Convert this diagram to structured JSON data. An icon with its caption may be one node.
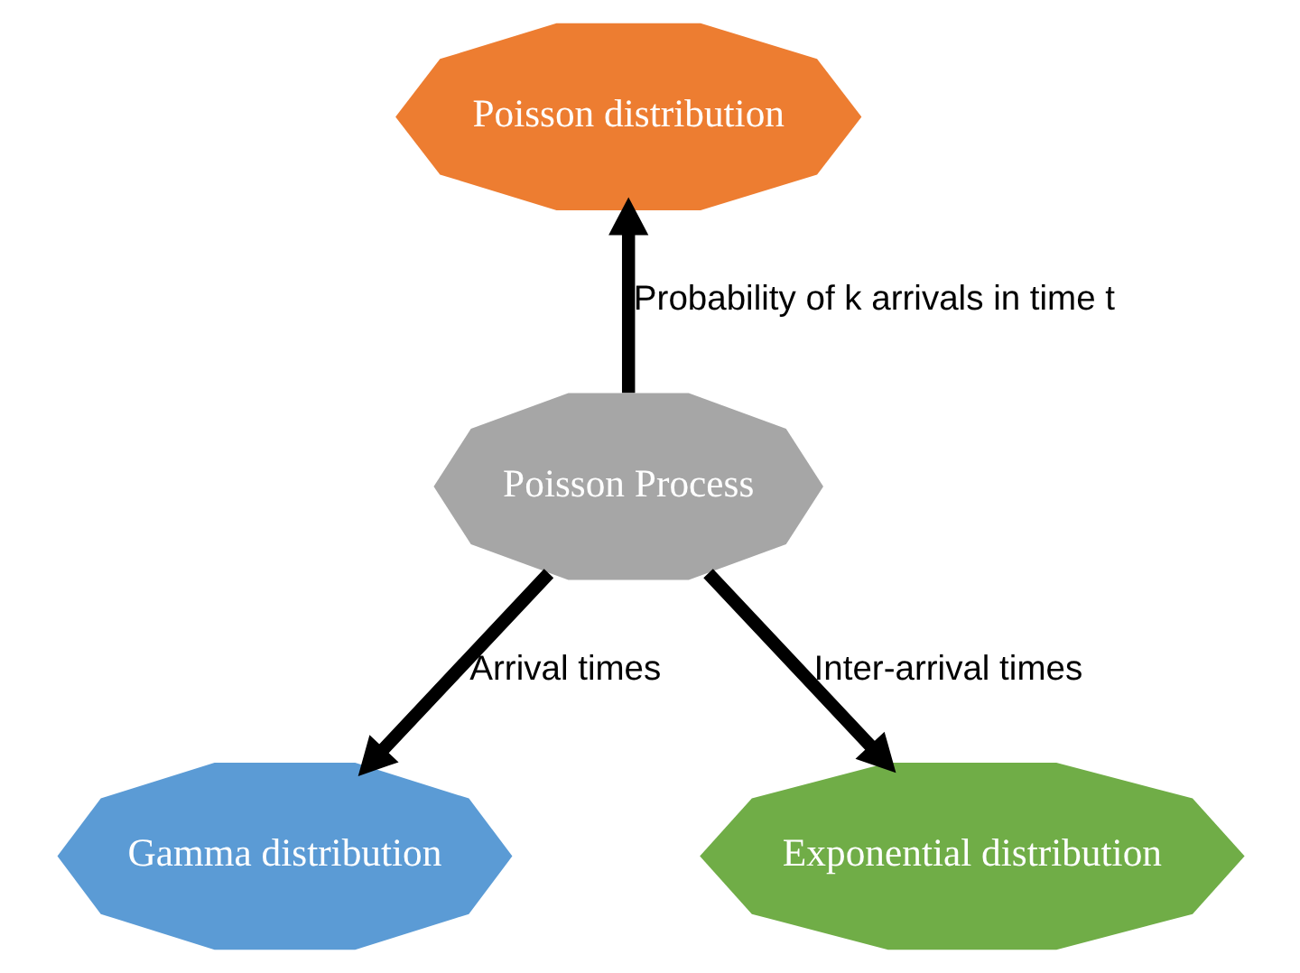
{
  "diagram": {
    "nodes": [
      {
        "text": [
          "Poisson Process"
        ]
      },
      {
        "text": [
          "Poisson distribution"
        ]
      },
      {
        "text": [
          "Gamma distribution"
        ]
      },
      {
        "text": [
          "Exponential distribution"
        ]
      }
    ],
    "edges": [
      {
        "from": 0,
        "to": 1,
        "arrow": "to",
        "label": "Probability of k arrivals in time t"
      },
      {
        "from": 0,
        "to": 2,
        "arrow": "to",
        "label": "Arrival times"
      },
      {
        "from": 0,
        "to": 3,
        "arrow": "to",
        "label": "Inter-arrival times"
      }
    ]
  }
}
